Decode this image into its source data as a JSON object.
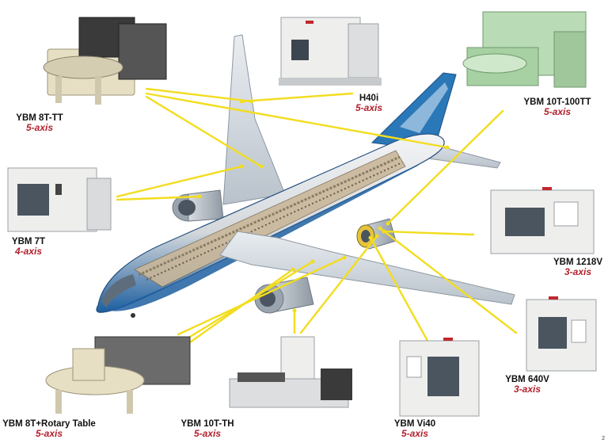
{
  "colors": {
    "connector": "#f2dd1f",
    "axis_text": "#b3202c",
    "machine_white": "#eeeeec",
    "machine_green": "#b9dcb6",
    "machine_yellow": "#e7dfc4",
    "fuselage_blue": "#1d5fa0",
    "tail_blue": "#2b78b8"
  },
  "machines": [
    {
      "name": "YBM 8T-TT",
      "axis": "5-axis"
    },
    {
      "name": "H40i",
      "axis": "5-axis"
    },
    {
      "name": "YBM 10T-100TT",
      "axis": "5-axis"
    },
    {
      "name": "YBM 7T",
      "axis": "4-axis"
    },
    {
      "name": "YBM 1218V",
      "axis": "3-axis"
    },
    {
      "name": "YBM 640V",
      "axis": "3-axis"
    },
    {
      "name": "YBM 8T+Rotary Table",
      "axis": "5-axis"
    },
    {
      "name": "YBM 10T-TH",
      "axis": "5-axis"
    },
    {
      "name": "YBM Vi40",
      "axis": "5-axis"
    }
  ],
  "page_number": "2"
}
